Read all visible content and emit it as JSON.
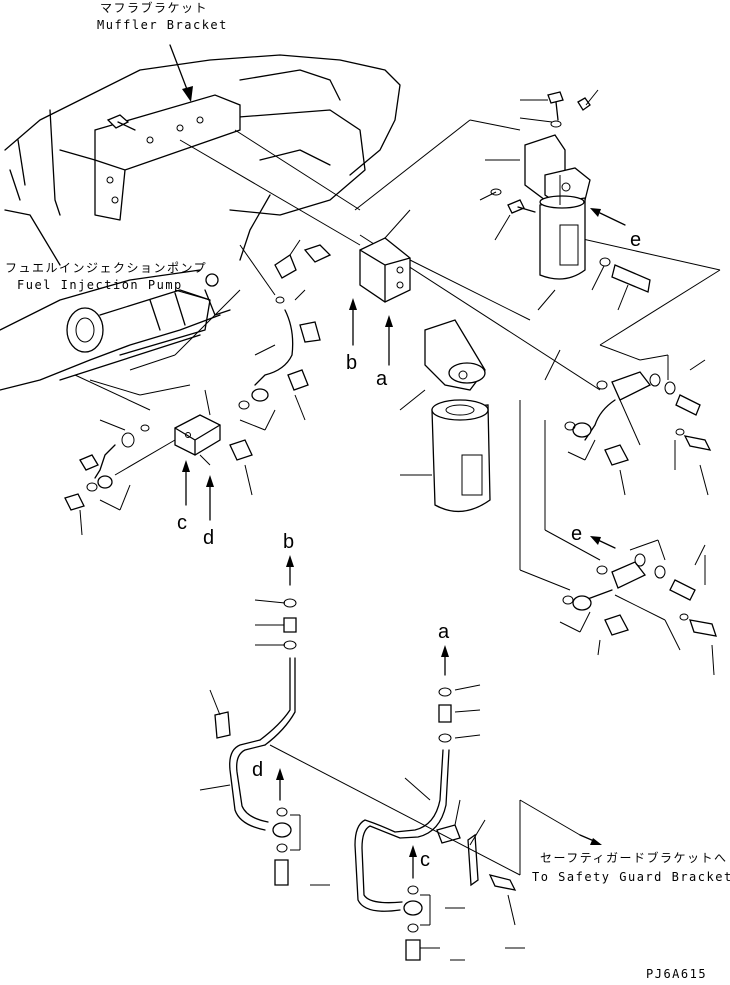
{
  "labels": {
    "muffler_bracket_jp": "マフラブラケット",
    "muffler_bracket_en": "Muffler Bracket",
    "fuel_pump_jp": "フュエルインジェクションポンプ",
    "fuel_pump_en": "Fuel Injection Pump",
    "safety_guard_jp": "セーフティガードブラケットへ",
    "safety_guard_en": "To Safety Guard Bracket",
    "code": "PJ6A615"
  },
  "connection_letters": {
    "a_top": "a",
    "b_top": "b",
    "c_top": "c",
    "d_top": "d",
    "e_upper": "e",
    "e_lower": "e",
    "b_lower": "b",
    "a_lower": "a",
    "d_lower": "d",
    "c_lower": "c"
  }
}
